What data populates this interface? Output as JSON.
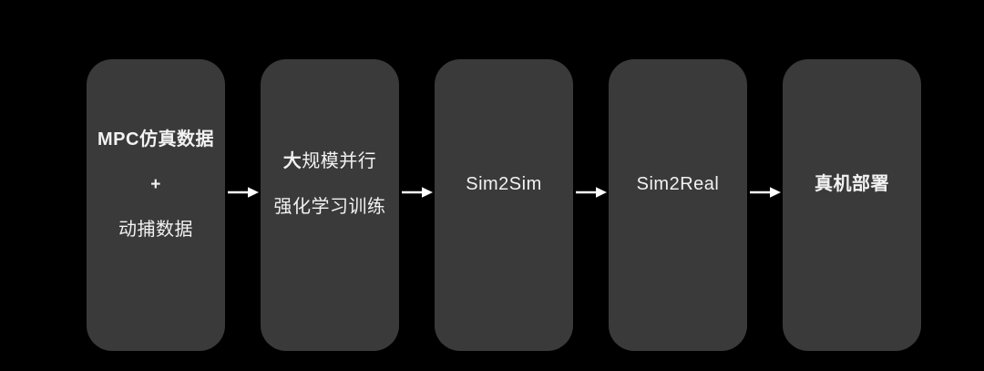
{
  "colors": {
    "background": "#000000",
    "box_fill": "#3a3a3a",
    "text": "#f2f2f2",
    "arrow": "#ffffff"
  },
  "diagram": {
    "type": "horizontal-flowchart",
    "direction": "left-to-right",
    "step_count": 5,
    "arrow_count": 4
  },
  "boxes": {
    "box1": {
      "line1": "MPC仿真数据",
      "line2": "+",
      "line3": "动捕数据"
    },
    "box2": {
      "line1_bold": "大",
      "line1_rest": "规模并行",
      "line2": "强化学习训练"
    },
    "box3": {
      "line1": "Sim2Sim"
    },
    "box4": {
      "line1": "Sim2Real"
    },
    "box5": {
      "line1": "真机部署"
    }
  }
}
